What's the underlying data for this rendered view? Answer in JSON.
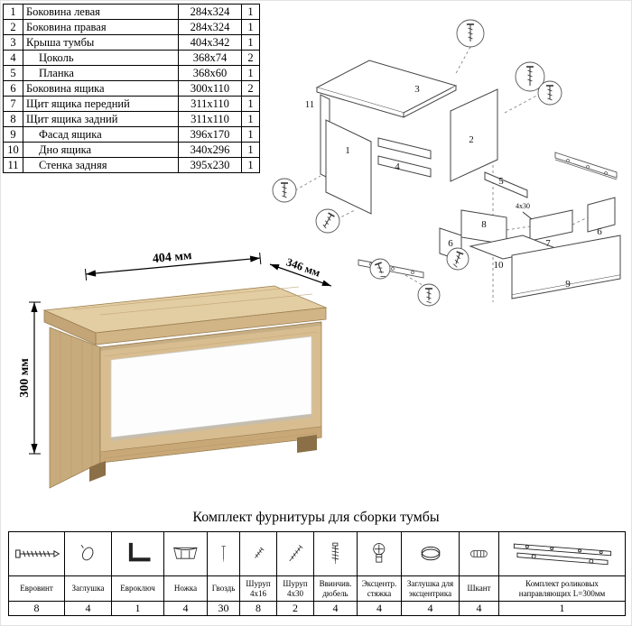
{
  "parts_table": {
    "rows": [
      {
        "num": "1",
        "name": "Боковина левая",
        "size": "284x324",
        "qty": "1",
        "indent": false
      },
      {
        "num": "2",
        "name": "Боковина правая",
        "size": "284x324",
        "qty": "1",
        "indent": false
      },
      {
        "num": "3",
        "name": "Крыша тумбы",
        "size": "404x342",
        "qty": "1",
        "indent": false
      },
      {
        "num": "4",
        "name": "Цоколь",
        "size": "368x74",
        "qty": "2",
        "indent": true
      },
      {
        "num": "5",
        "name": "Планка",
        "size": "368x60",
        "qty": "1",
        "indent": true
      },
      {
        "num": "6",
        "name": "Боковина ящика",
        "size": "300x110",
        "qty": "2",
        "indent": false
      },
      {
        "num": "7",
        "name": "Щит ящика передний",
        "size": "311x110",
        "qty": "1",
        "indent": false
      },
      {
        "num": "8",
        "name": "Щит ящика задний",
        "size": "311x110",
        "qty": "1",
        "indent": false
      },
      {
        "num": "9",
        "name": "Фасад ящика",
        "size": "396x170",
        "qty": "1",
        "indent": true
      },
      {
        "num": "10",
        "name": "Дно ящика",
        "size": "340x296",
        "qty": "1",
        "indent": true
      },
      {
        "num": "11",
        "name": "Стенка задняя",
        "size": "395x230",
        "qty": "1",
        "indent": true
      }
    ]
  },
  "diagram": {
    "part_labels": [
      "1",
      "2",
      "3",
      "4",
      "5",
      "6",
      "7",
      "8",
      "9",
      "10",
      "11"
    ],
    "annotation": "4x30"
  },
  "dimensions": {
    "width": "404 мм",
    "depth": "346 мм",
    "height": "300 мм"
  },
  "hardware": {
    "title": "Комплект фурнитуры для сборки тумбы",
    "items": [
      {
        "name": "Евровинт",
        "qty": "8",
        "icon": "confirmat-screw"
      },
      {
        "name": "Заглушка",
        "qty": "4",
        "icon": "cap"
      },
      {
        "name": "Евроключ",
        "qty": "1",
        "icon": "hex-key"
      },
      {
        "name": "Ножка",
        "qty": "4",
        "icon": "foot"
      },
      {
        "name": "Гвоздь",
        "qty": "30",
        "icon": "nail"
      },
      {
        "name": "Шуруп 4x16",
        "qty": "8",
        "icon": "screw-4x16"
      },
      {
        "name": "Шуруп 4x30",
        "qty": "2",
        "icon": "screw-4x30"
      },
      {
        "name": "Ввинчив. дюбель",
        "qty": "4",
        "icon": "screw-in-dowel"
      },
      {
        "name": "Эксцентр. стяжка",
        "qty": "4",
        "icon": "cam-lock"
      },
      {
        "name": "Заглушка для эксцентрика",
        "qty": "4",
        "icon": "cam-cap"
      },
      {
        "name": "Шкант",
        "qty": "4",
        "icon": "wood-dowel"
      },
      {
        "name": "Комплект роликовых направляющих L=300мм",
        "qty": "1",
        "icon": "drawer-slides"
      }
    ]
  }
}
